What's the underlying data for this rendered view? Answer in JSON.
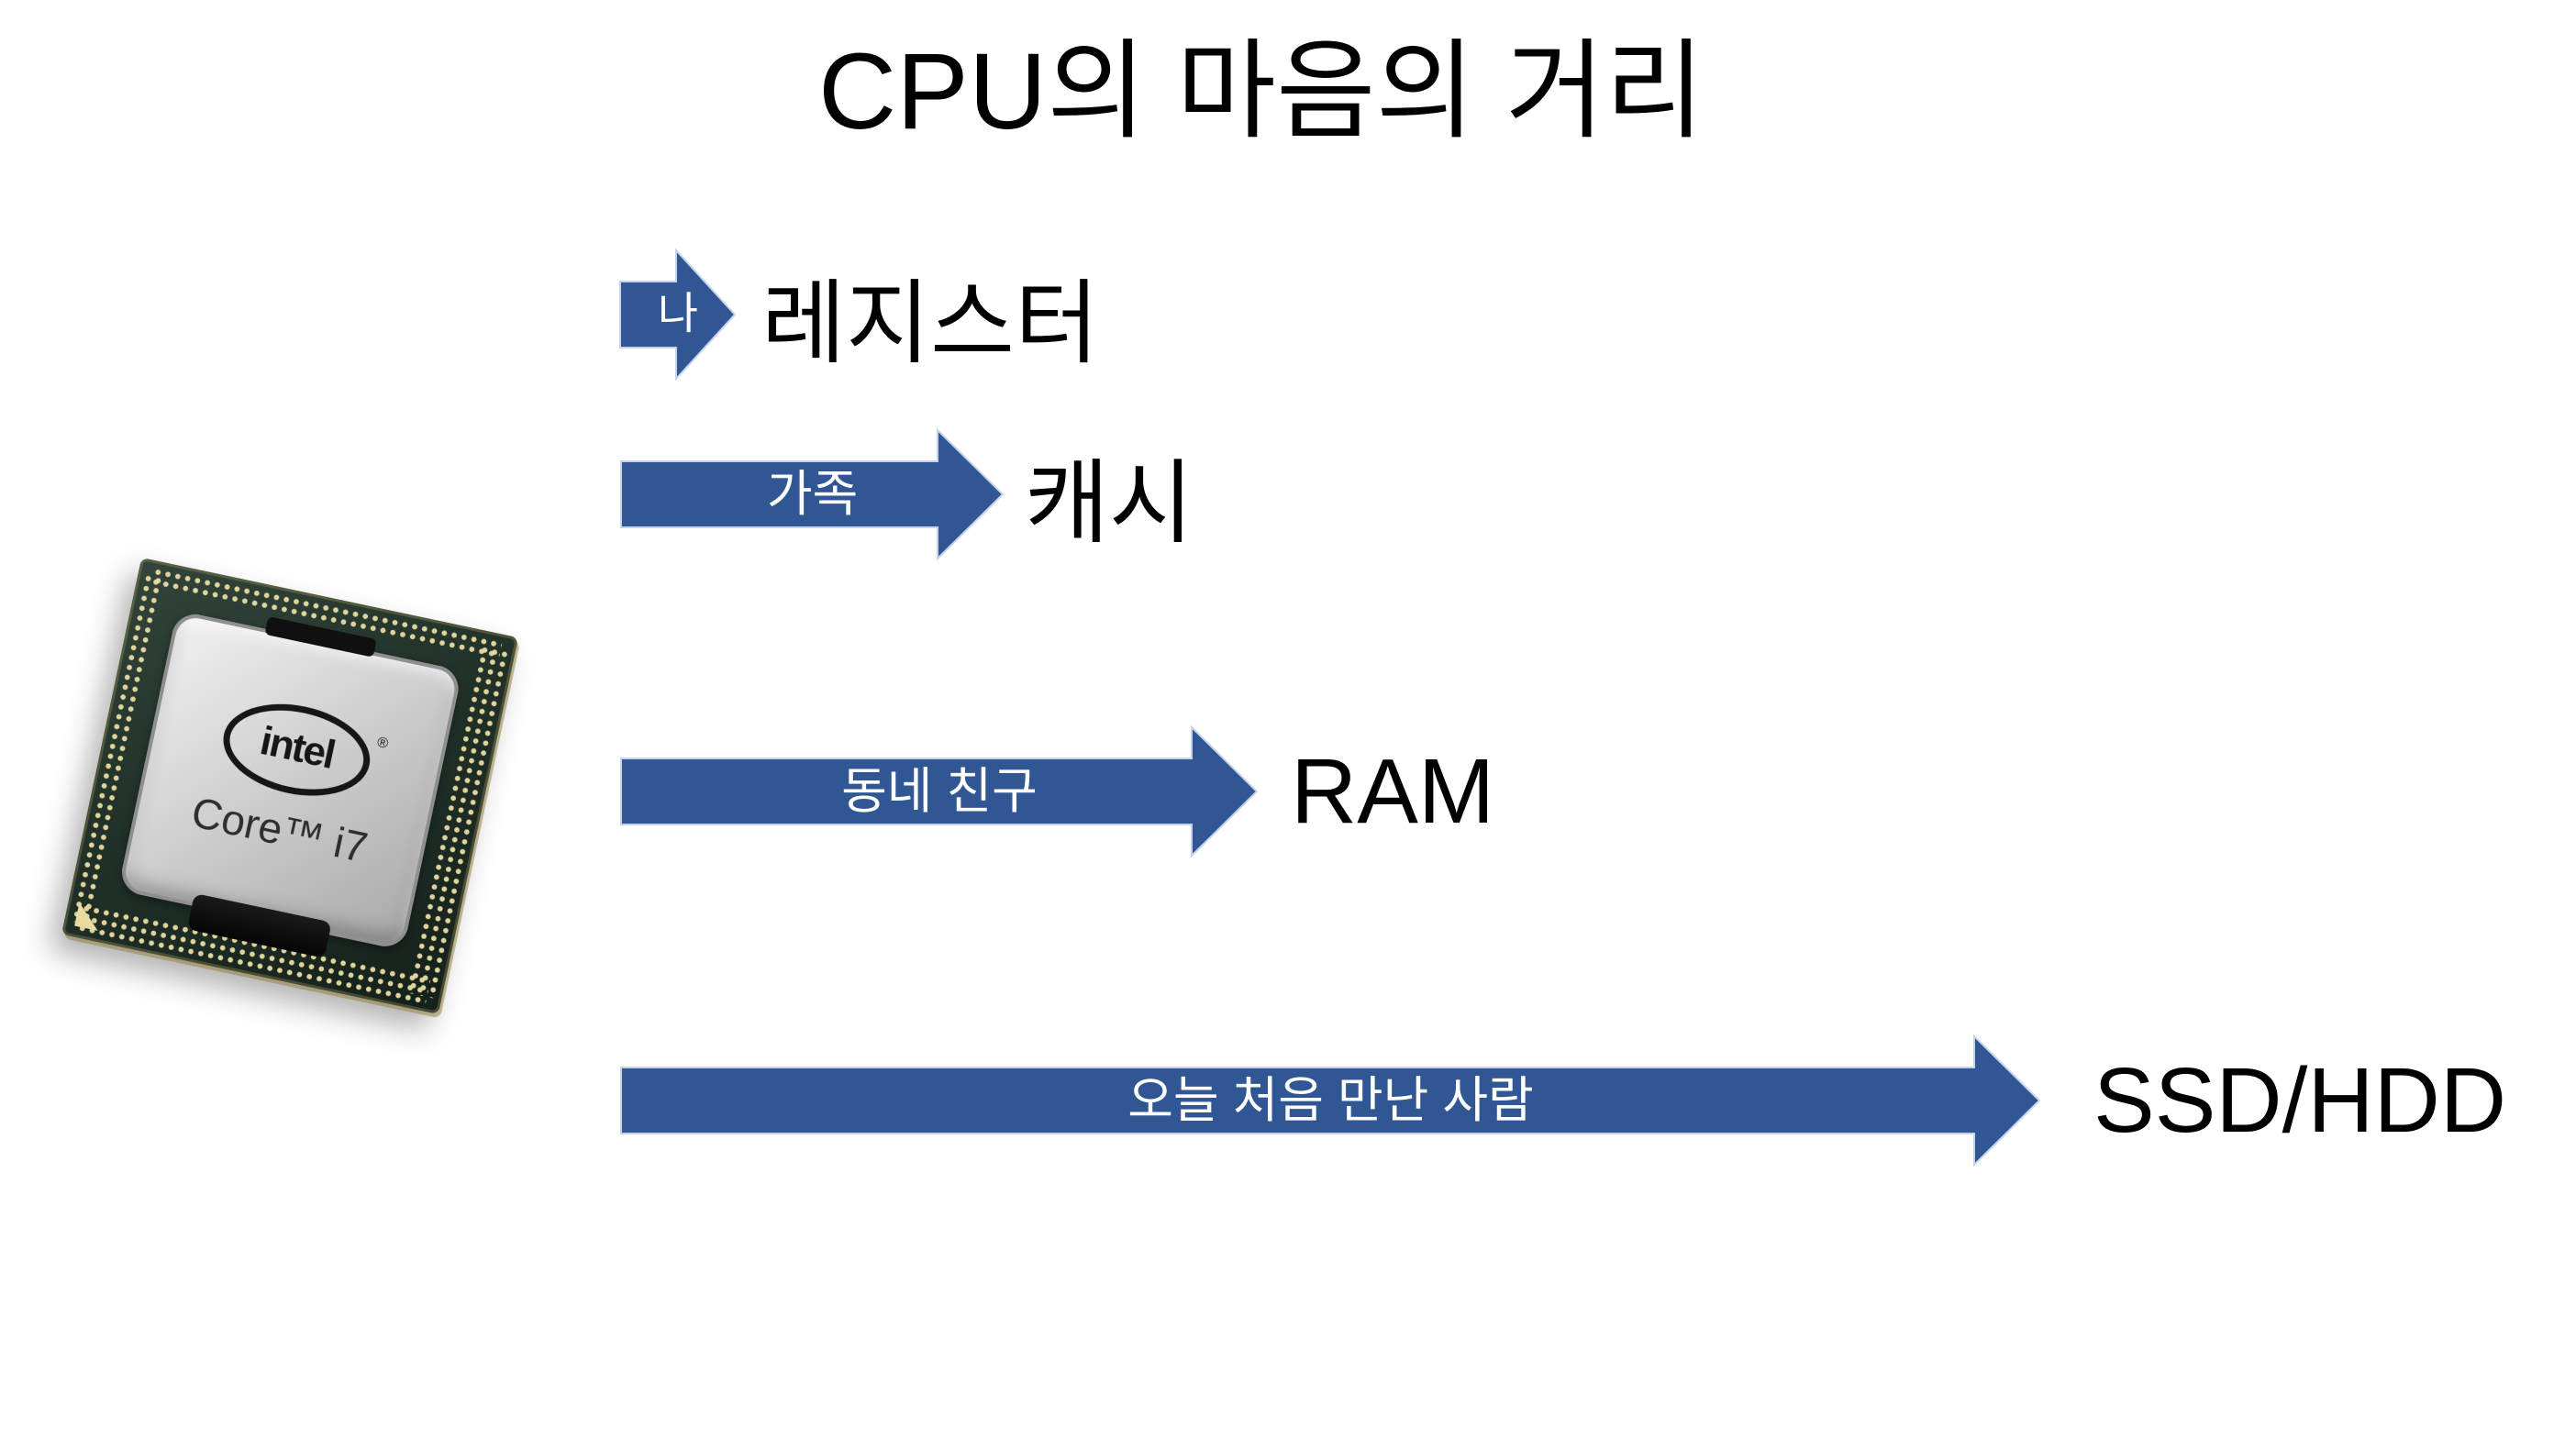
{
  "title": "CPU의 마음의 거리",
  "cpu_image": {
    "brand": "intel",
    "registered_mark": "®",
    "model": "Core™ i7"
  },
  "hierarchy": [
    {
      "relationship": "나",
      "level": "레지스터"
    },
    {
      "relationship": "가족",
      "level": "캐시"
    },
    {
      "relationship": "동네 친구",
      "level": "RAM"
    },
    {
      "relationship": "오늘 처음 만난 사람",
      "level": "SSD/HDD"
    }
  ],
  "colors": {
    "arrow_fill": "#305693",
    "arrow_stroke": "#C6D2E8",
    "arrow_text": "#FFFFFF",
    "label_text": "#000000",
    "background": "#FFFFFF"
  }
}
